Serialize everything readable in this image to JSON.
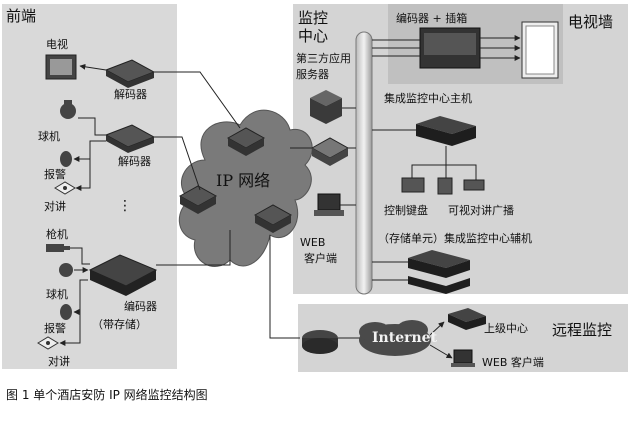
{
  "regions": {
    "frontend": "前端",
    "monitor_center_line1": "监控",
    "monitor_center_line2": "中心",
    "tv_wall": "电视墙",
    "remote_monitoring": "远程监控"
  },
  "frontend": {
    "tv": "电视",
    "decoder_1": "解码器",
    "dome_camera_1": "球机",
    "decoder_2": "解码器",
    "alarm_1": "报警",
    "intercom_1": "对讲",
    "ellipsis": "⋮",
    "gun_camera": "枪机",
    "dome_camera_2": "球机",
    "encoder": "编码器",
    "alarm_2": "报警",
    "with_storage": "（带存储）",
    "intercom_2": "对讲"
  },
  "network": {
    "ip_network": "IP 网络",
    "internet": "Internet"
  },
  "center": {
    "encoder_box": "编码器 + 插箱",
    "third_party_line1": "第三方应用",
    "third_party_line2": "服务器",
    "main_host": "集成监控中心主机",
    "control_keyboard": "控制键盘",
    "video_intercom": "可视对讲广播",
    "web_client_line1": "WEB",
    "web_client_line2": "客户端",
    "aux_host": "（存储单元）集成监控中心辅机"
  },
  "remote": {
    "upper_center": "上级中心",
    "web_client": "WEB 客户端"
  },
  "caption": "图 1  单个酒店安防 IP 网络监控结构图",
  "colors": {
    "panel": "#d6d6d6",
    "tv_panel": "#c2c2c2",
    "cloud": "#7a7a7a",
    "device_dark": "#2a2a2a",
    "line": "#222222"
  }
}
